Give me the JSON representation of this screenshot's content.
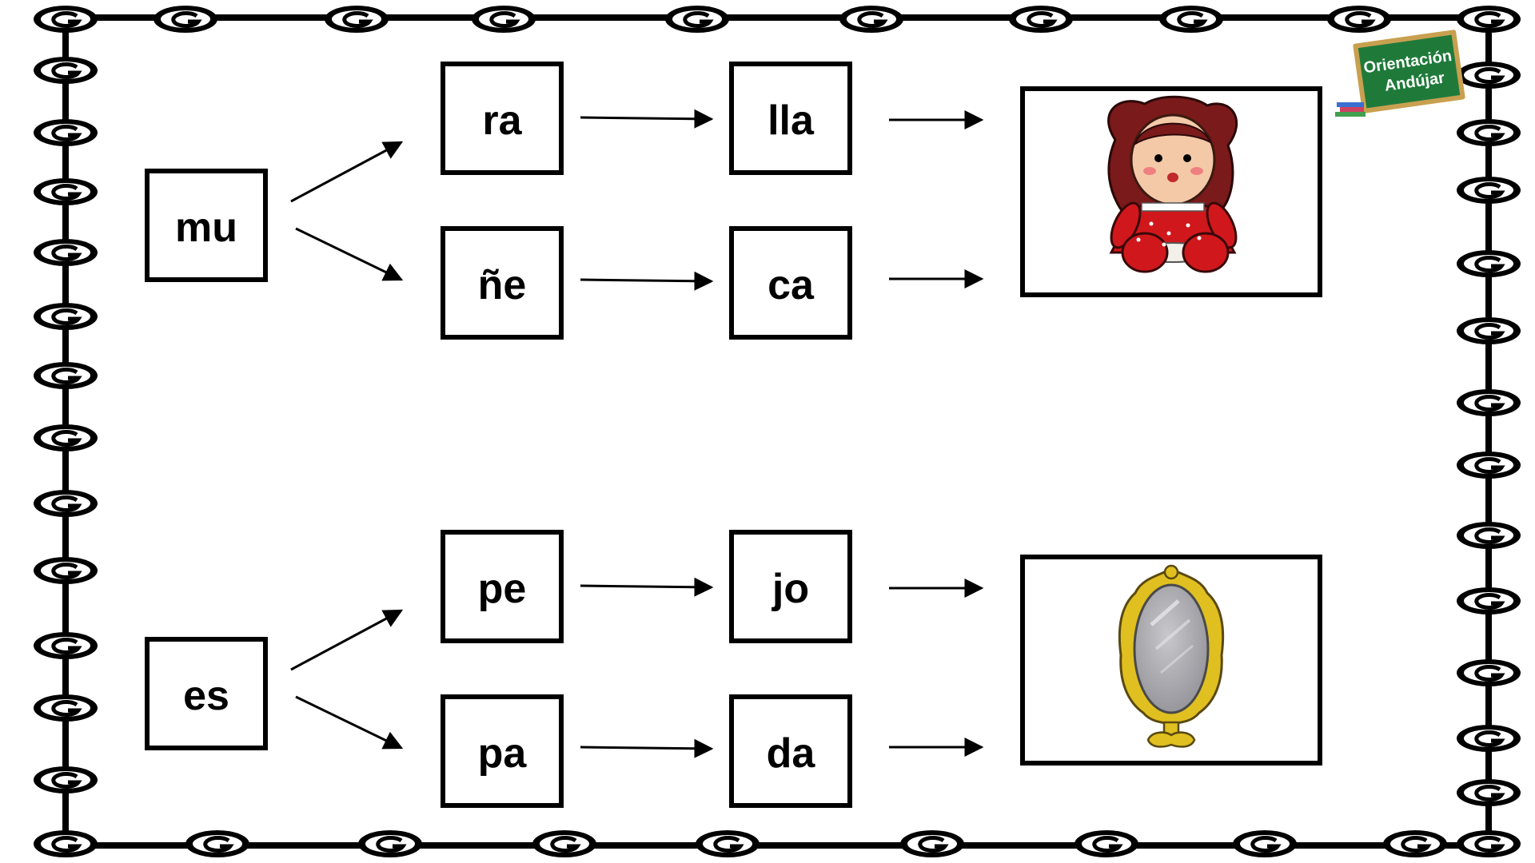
{
  "logo": {
    "line1": "Orientación",
    "line2": "Andújar",
    "board_color": "#1f7a3a",
    "frame_color": "#c8a050"
  },
  "groups": [
    {
      "start": "mu",
      "branches": [
        {
          "first": "ra",
          "second": "lla"
        },
        {
          "first": "ñe",
          "second": "ca"
        }
      ],
      "picture": "doll-image"
    },
    {
      "start": "es",
      "branches": [
        {
          "first": "pe",
          "second": "jo"
        },
        {
          "first": "pa",
          "second": "da"
        }
      ],
      "picture": "mirror-image"
    }
  ],
  "colors": {
    "border": "#000000",
    "doll_dress": "#d0181c",
    "doll_hair": "#7a1a1a",
    "mirror_frame": "#e0c020",
    "mirror_glass": "#a9a9ad"
  }
}
